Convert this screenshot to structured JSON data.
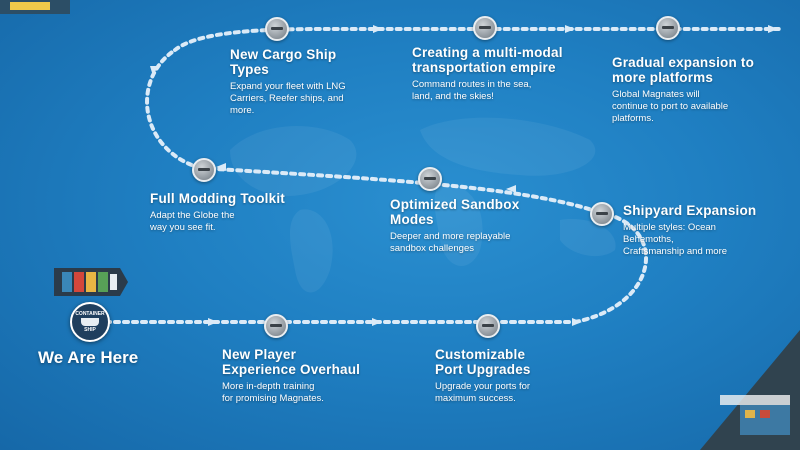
{
  "milestones": [
    {
      "title": "New Cargo Ship\nTypes",
      "desc": "Expand your fleet with LNG\nCarriers, Reefer ships, and\nmore."
    },
    {
      "title": "Creating a multi-modal\ntransportation empire",
      "desc": "Command routes in the sea,\nland, and the skies!"
    },
    {
      "title": "Gradual expansion to\nmore platforms",
      "desc": "Global Magnates will\ncontinue to port to available\nplatforms."
    },
    {
      "title": "Full Modding Toolkit",
      "desc": "Adapt the Globe the\nway you see fit."
    },
    {
      "title": "Optimized Sandbox\nModes",
      "desc": "Deeper and more replayable\nsandbox challenges"
    },
    {
      "title": "Shipyard Expansion",
      "desc": "Multiple styles: Ocean\nBehemoths,\nCraftsmanship and more"
    },
    {
      "title": "New Player\nExperience Overhaul",
      "desc": "More in-depth training\nfor promising Magnates."
    },
    {
      "title": "Customizable\nPort Upgrades",
      "desc": "Upgrade your ports for\nmaximum success."
    }
  ],
  "current": {
    "label": "We Are Here",
    "badge_top": "CONTAINER",
    "badge_bottom": "SHIP"
  },
  "colors": {
    "ocean": "#1f7fc2",
    "path": "#dbeaf7",
    "text": "#ffffff"
  }
}
